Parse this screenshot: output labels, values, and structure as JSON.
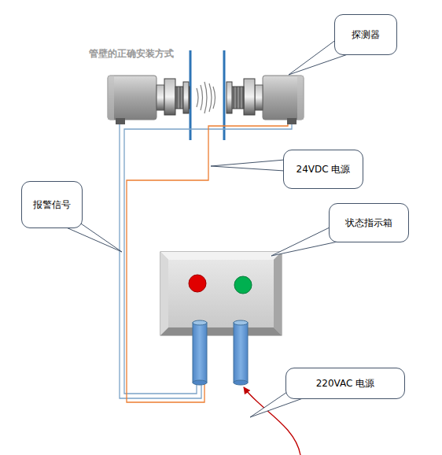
{
  "diagram": {
    "nodes": [
      {
        "text": [
          "探测器"
        ]
      },
      {
        "text": [
          "24VDC 电源"
        ]
      },
      {
        "text": [
          "报警信号"
        ]
      },
      {
        "text": [
          "状态指示箱"
        ]
      },
      {
        "text": [
          "220VAC 电源"
        ]
      }
    ],
    "labels": [
      "管壁的正确安装方式"
    ]
  }
}
